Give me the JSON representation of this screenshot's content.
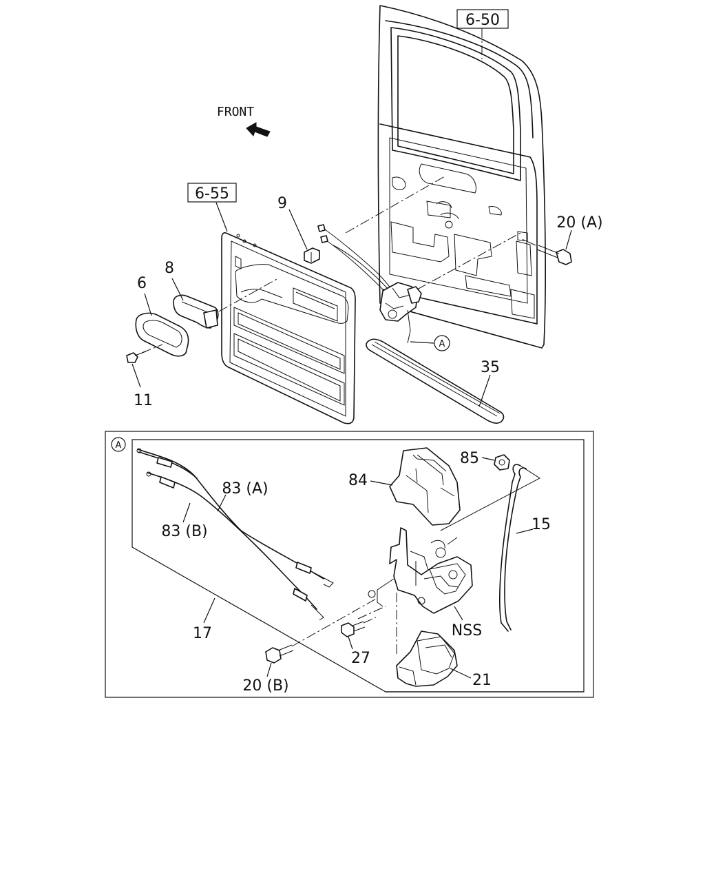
{
  "direction": {
    "text": "FRONT"
  },
  "references": {
    "door_ref": "6-50",
    "trim_ref": "6-55"
  },
  "detail": {
    "marker": "A"
  },
  "callouts": {
    "p6": "6",
    "p8": "8",
    "p9": "9",
    "p11": "11",
    "p20a": "20 (A)",
    "p20b": "20 (B)",
    "p35": "35",
    "p83a": "83 (A)",
    "p83b": "83 (B)",
    "p84": "84",
    "p85": "85",
    "p15": "15",
    "p17": "17",
    "p27": "27",
    "p21": "21",
    "nss": "NSS"
  }
}
